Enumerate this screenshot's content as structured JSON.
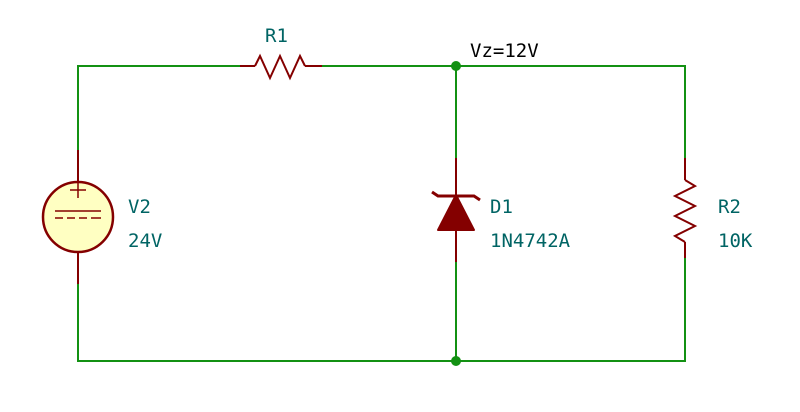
{
  "colors": {
    "wire": "#139113",
    "component": "#840000",
    "label": "#006464",
    "source_fill": "#ffffc2",
    "junction": "#139113"
  },
  "net_label": "Vz=12V",
  "components": {
    "r1": {
      "ref": "R1"
    },
    "v2": {
      "ref": "V2",
      "value": "24V",
      "icon": "dc-source-icon"
    },
    "d1": {
      "ref": "D1",
      "value": "1N4742A",
      "icon": "zener-diode-icon"
    },
    "r2": {
      "ref": "R2",
      "value": "10K",
      "icon": "resistor-icon"
    }
  }
}
